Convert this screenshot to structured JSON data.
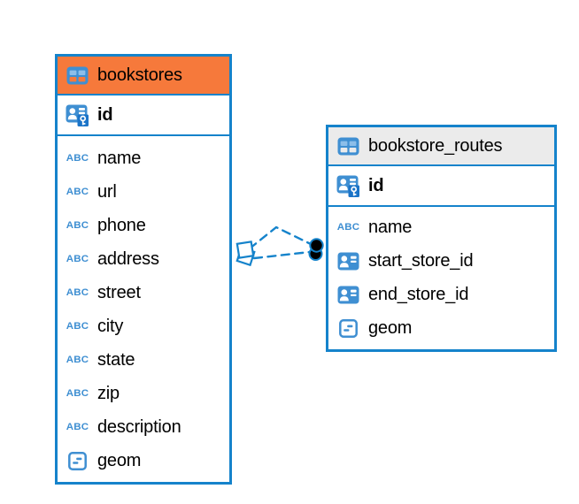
{
  "app": {
    "type": "er-diagram",
    "background": "#ffffff"
  },
  "colors": {
    "accent_blue": "#1583CB",
    "icon_blue": "#3F8FD2",
    "icon_blue_light": "#8CBEE9",
    "key_badge_blue": "#1B74C8",
    "orange_header": "#F6793B",
    "gray_header": "#EBEBEB",
    "text": "#000000",
    "marker_dot": "#000000"
  },
  "icons": {
    "text_type_glyph": "ABC"
  },
  "tables": [
    {
      "name": "bookstores",
      "header_color": "#F6793B",
      "key_fields": [
        {
          "label": "id",
          "icon": "primary-key"
        }
      ],
      "fields": [
        {
          "label": "name",
          "icon": "text-type"
        },
        {
          "label": "url",
          "icon": "text-type"
        },
        {
          "label": "phone",
          "icon": "text-type"
        },
        {
          "label": "address",
          "icon": "text-type"
        },
        {
          "label": "street",
          "icon": "text-type"
        },
        {
          "label": "city",
          "icon": "text-type"
        },
        {
          "label": "state",
          "icon": "text-type"
        },
        {
          "label": "zip",
          "icon": "text-type"
        },
        {
          "label": "description",
          "icon": "text-type"
        },
        {
          "label": "geom",
          "icon": "geometry"
        }
      ]
    },
    {
      "name": "bookstore_routes",
      "header_color": "#EBEBEB",
      "key_fields": [
        {
          "label": "id",
          "icon": "primary-key"
        }
      ],
      "fields": [
        {
          "label": "name",
          "icon": "text-type"
        },
        {
          "label": "start_store_id",
          "icon": "reference"
        },
        {
          "label": "end_store_id",
          "icon": "reference"
        },
        {
          "label": "geom",
          "icon": "geometry"
        }
      ]
    }
  ],
  "relationship": {
    "from_table": "bookstores",
    "to_table": "bookstore_routes",
    "line_style": "dashed",
    "line_count": 2
  }
}
